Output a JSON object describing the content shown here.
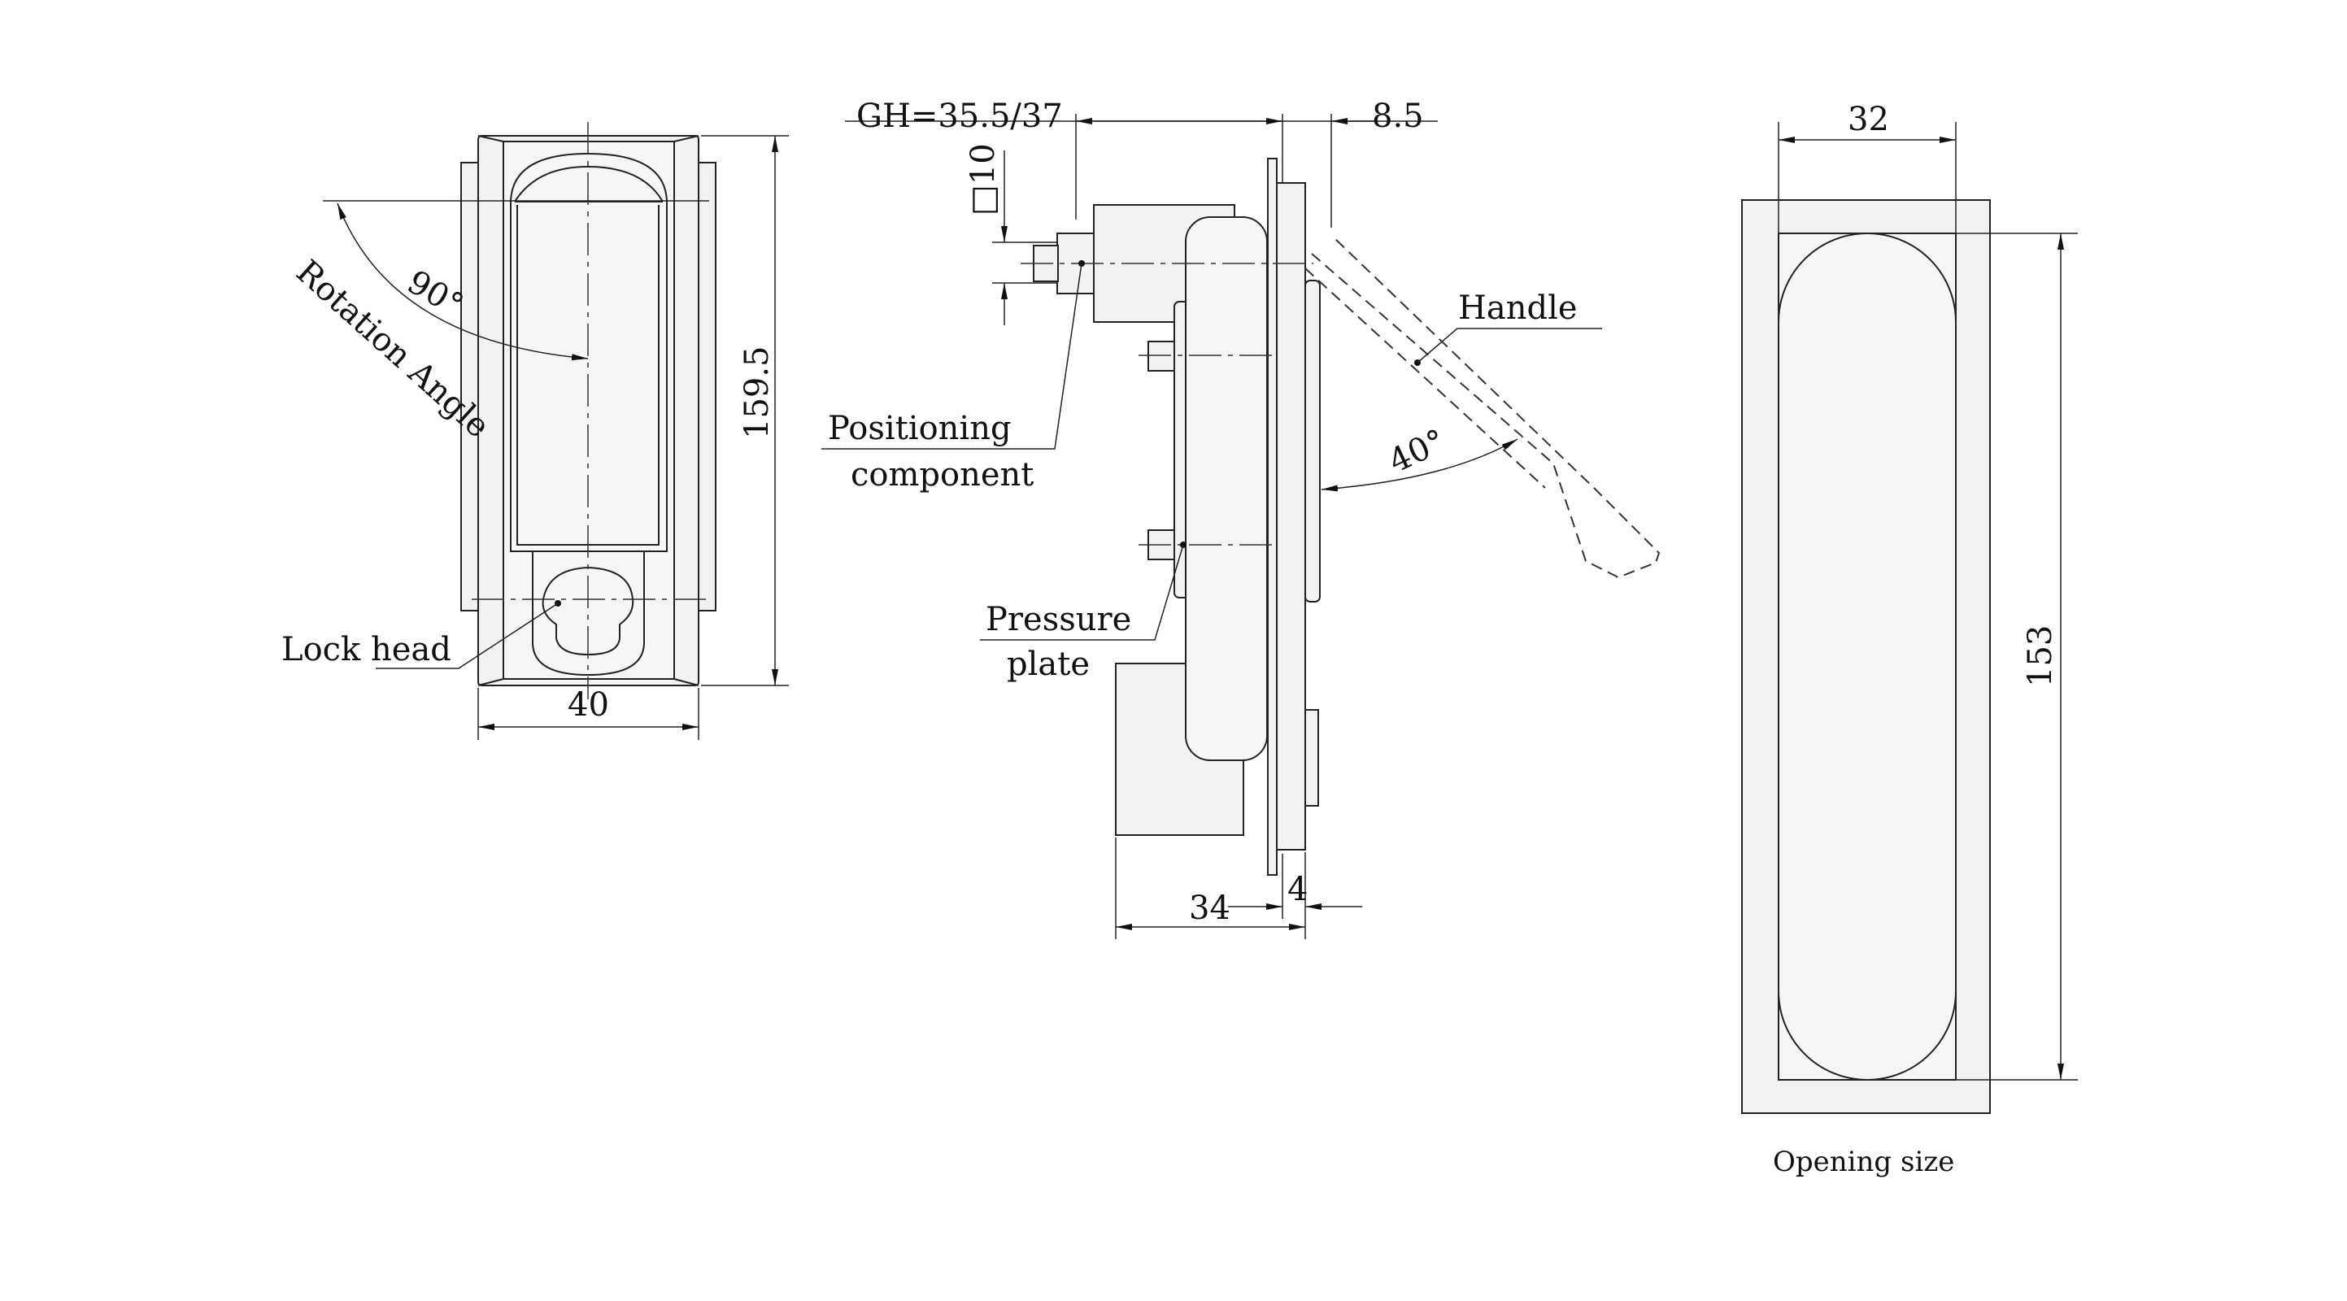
{
  "front_view": {
    "rotation_label": "Rotation Angle",
    "rotation_angle": "90°",
    "lock_head_label": "Lock head",
    "height_dim": "159.5",
    "width_dim": "40"
  },
  "side_view": {
    "gh_label": "GH=35.5/37",
    "offset_dim": "8.5",
    "square_dim": "□10",
    "positioning_label_1": "Positioning",
    "positioning_label_2": "component",
    "pressure_label_1": "Pressure",
    "pressure_label_2": "plate",
    "handle_label": "Handle",
    "handle_angle": "40°",
    "depth_dim": "34",
    "plate_dim": "4"
  },
  "opening_view": {
    "width_dim": "32",
    "height_dim": "153",
    "caption": "Opening size"
  }
}
